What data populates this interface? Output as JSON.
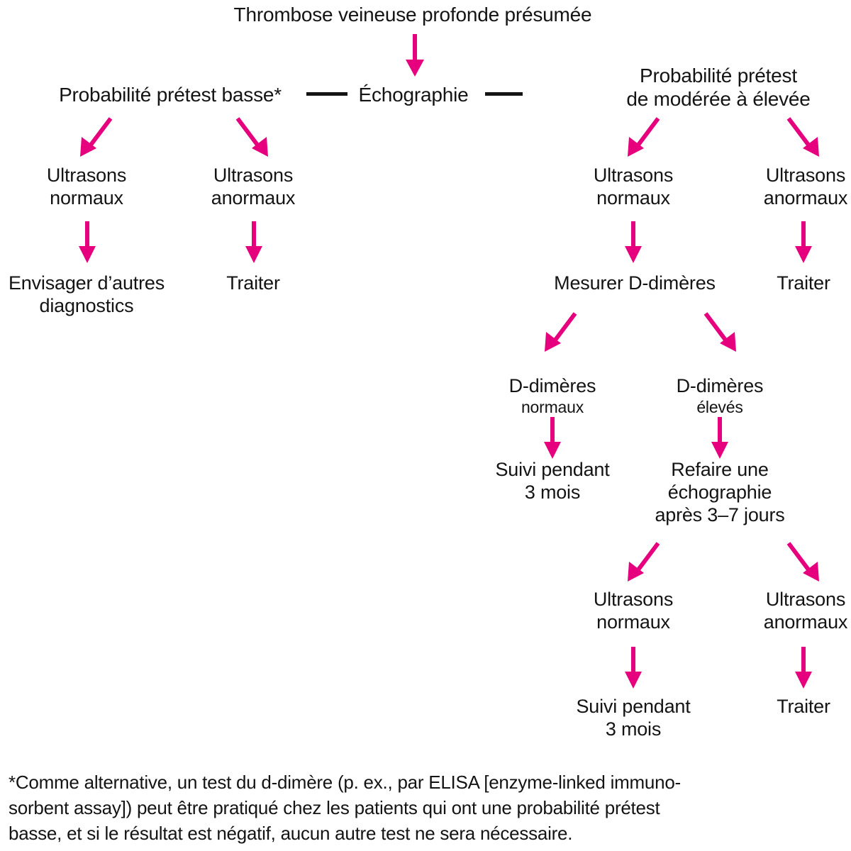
{
  "diagram": {
    "title": "Thrombose veineuse profonde présumée",
    "accent_color": "#E6007E",
    "text_color": "#141414",
    "background_color": "#FFFFFF",
    "nodes": {
      "root": "Thrombose veineuse profonde présumée",
      "low_probability": "Probabilité prétest basse*",
      "echography": "Échographie",
      "moderate_high_probability": "Probabilité prétest\nde modérée à élevée",
      "left_us_normal": "Ultrasons\nnormaux",
      "left_us_abnormal": "Ultrasons\nanormaux",
      "consider_other_dx": "Envisager d’autres\ndiagnostics",
      "left_treat": "Traiter",
      "right_us_normal": "Ultrasons\nnormaux",
      "right_us_abnormal": "Ultrasons\nanormaux",
      "measure_ddimer": "Mesurer D-dimères",
      "right_treat": "Traiter",
      "ddimer_normal_l1": "D-dimères",
      "ddimer_normal_l2": "normaux",
      "ddimer_high_l1": "D-dimères",
      "ddimer_high_l2": "élevés",
      "followup_3months_a": "Suivi pendant\n3 mois",
      "repeat_echography": "Refaire une\néchographie\naprès 3–7 jours",
      "final_us_normal": "Ultrasons\nnormaux",
      "final_us_abnormal": "Ultrasons\nanormaux",
      "followup_3months_b": "Suivi pendant\n3 mois",
      "final_treat": "Traiter"
    },
    "footnote": "*Comme alternative, un test du d-dimère (p. ex., par ELISA [enzyme-linked immuno-\nsorbent assay]) peut être pratiqué chez les patients qui ont une probabilité prétest\nbasse, et si le résultat est négatif, aucun autre test ne sera nécessaire."
  }
}
